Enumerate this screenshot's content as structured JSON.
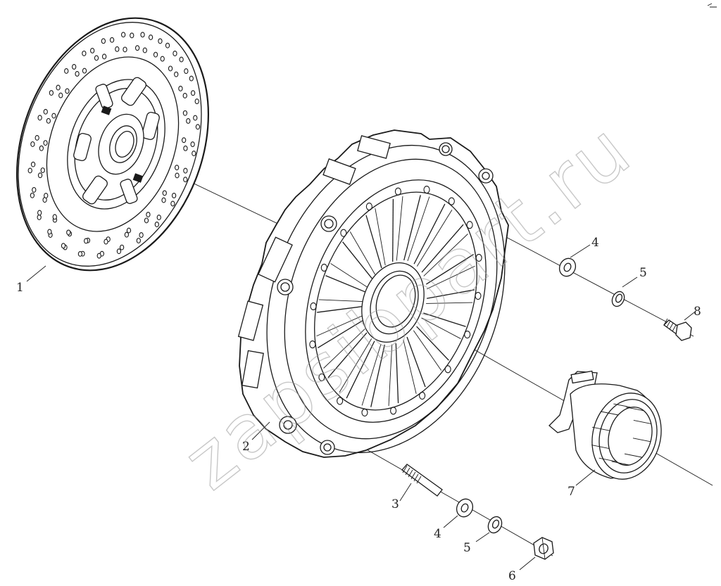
{
  "watermark": "zapsibpart.ru",
  "callouts": [
    {
      "id": "c1",
      "label": "1",
      "part": "clutch-disc"
    },
    {
      "id": "c2",
      "label": "2",
      "part": "pressure-plate"
    },
    {
      "id": "c3",
      "label": "3",
      "part": "stud"
    },
    {
      "id": "c4a",
      "label": "4",
      "part": "washer-upper"
    },
    {
      "id": "c4b",
      "label": "4",
      "part": "washer-lower"
    },
    {
      "id": "c5a",
      "label": "5",
      "part": "spring-washer-upper"
    },
    {
      "id": "c5b",
      "label": "5",
      "part": "spring-washer-lower"
    },
    {
      "id": "c6",
      "label": "6",
      "part": "nut"
    },
    {
      "id": "c7",
      "label": "7",
      "part": "release-bearing"
    },
    {
      "id": "c8",
      "label": "8",
      "part": "bolt"
    }
  ]
}
